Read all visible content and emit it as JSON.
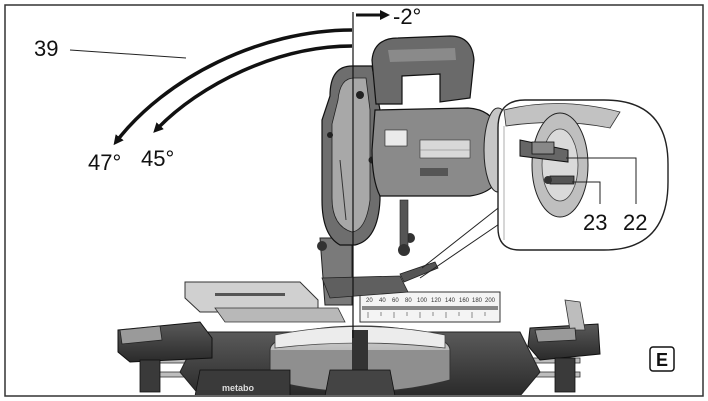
{
  "figure": {
    "annotations": {
      "angle_right": "-2°",
      "callout_left": "39",
      "angle_47": "47°",
      "angle_45": "45°",
      "callout_23": "23",
      "callout_22": "22"
    },
    "figure_label": "E",
    "scale_ticks": [
      "20",
      "40",
      "60",
      "80",
      "100",
      "120",
      "140",
      "160",
      "180",
      "200"
    ],
    "brand_text": "metabo"
  }
}
